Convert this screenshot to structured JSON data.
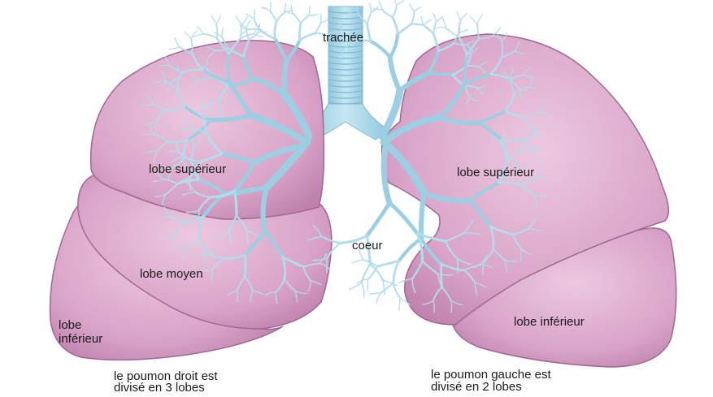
{
  "labels": {
    "trachea": "trachée",
    "right_upper_lobe": "lobe supérieur",
    "right_middle_lobe": "lobe moyen",
    "right_lower_lobe_line1": "lobe",
    "right_lower_lobe_line2": "inférieur",
    "heart": "coeur",
    "left_upper_lobe": "lobe supérieur",
    "left_lower_lobe": "lobe inférieur"
  },
  "captions": {
    "right_line1": "le poumon droit est",
    "right_line2": "divisé en 3 lobes",
    "left_line1": "le poumon gauche est",
    "left_line2": "divisé en 2 lobes"
  },
  "colors": {
    "lung_fill": "#d9a3c8",
    "lung_light": "#e9c4dc",
    "lung_dark": "#b97aa8",
    "lung_outline": "#a06890",
    "bronchi": "#a9d7e8",
    "bronchi_dark": "#7fb8d0"
  }
}
